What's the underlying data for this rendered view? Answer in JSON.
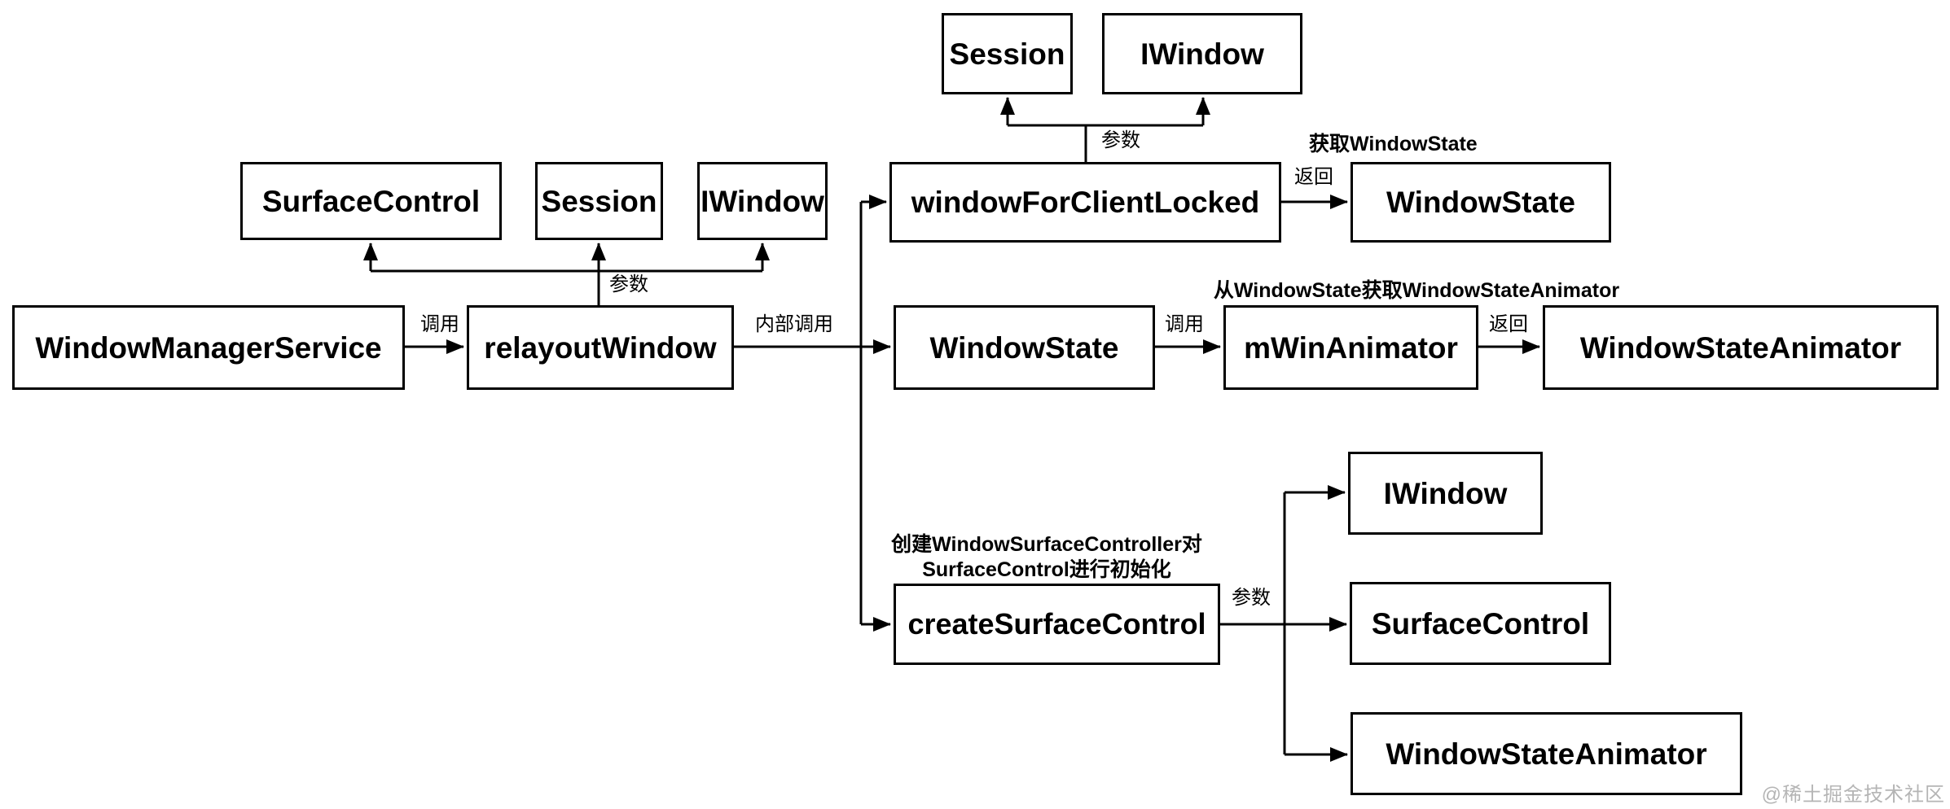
{
  "page": {
    "background": "#ffffff",
    "line_color": "#000000",
    "box_fill": "#ffffff",
    "box_border": "#000000",
    "watermark_color": "#b5b5b5"
  },
  "watermark": "@稀土掘金技术社区",
  "nodes": {
    "surface_control_left": "SurfaceControl",
    "session_left": "Session",
    "iwindow_left": "IWindow",
    "session_top": "Session",
    "iwindow_top": "IWindow",
    "window_manager_service": "WindowManagerService",
    "relayout_window": "relayoutWindow",
    "window_for_client_locked": "windowForClientLocked",
    "window_state_top": "WindowState",
    "window_state_mid": "WindowState",
    "m_win_animator": "mWinAnimator",
    "window_state_animator_mid": "WindowStateAnimator",
    "create_surface_control": "createSurfaceControl",
    "iwindow_right": "IWindow",
    "surface_control_right": "SurfaceControl",
    "window_state_animator_right": "WindowStateAnimator"
  },
  "edge_labels": {
    "params_top": "参数",
    "params_left": "参数",
    "params_bottom": "参数",
    "call_left": "调用",
    "internal_call": "内部调用",
    "get_window_state": "获取WindowState",
    "return_top": "返回",
    "call_mid": "调用",
    "return_mid": "返回",
    "get_wsa_from_ws": "从WindowState获取WindowStateAnimator",
    "create_note_line1": "创建WindowSurfaceController对",
    "create_note_line2": "SurfaceControl进行初始化"
  }
}
